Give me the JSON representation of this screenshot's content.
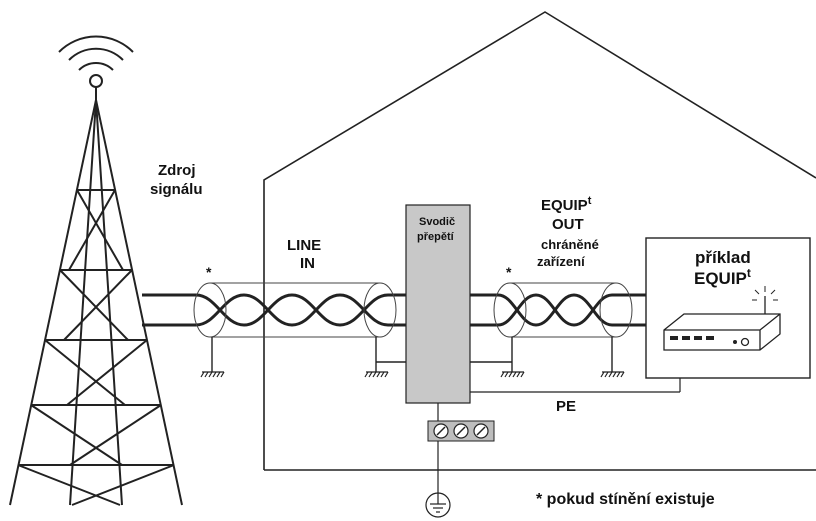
{
  "labels": {
    "source_line1": "Zdroj",
    "source_line2": "signálu",
    "line_in_line1": "LINE",
    "line_in_line2": "IN",
    "arrester_line1": "Svodič",
    "arrester_line2": "přepětí",
    "equip_out_line1": "EQUIP",
    "equip_out_sup": "t",
    "equip_out_line2": "OUT",
    "equip_out_line3": "chráněné",
    "equip_out_line4": "zařízení",
    "example_line1": "příklad",
    "example_line2": "EQUIP",
    "example_sup": "t",
    "pe": "PE",
    "asterisk_left": "*",
    "asterisk_right": "*",
    "footnote": "* pokud stínění existuje"
  },
  "colors": {
    "stroke": "#222222",
    "arrester_fill": "#c8c8c8",
    "terminal_fill": "#bdbdbd",
    "background": "#ffffff"
  }
}
